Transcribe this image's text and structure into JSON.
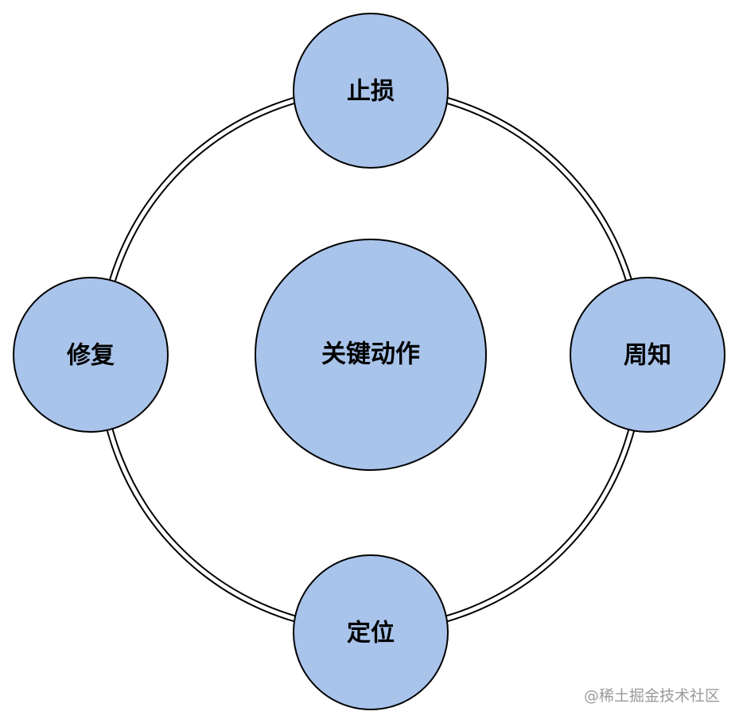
{
  "diagram": {
    "center": {
      "label": "关键动作"
    },
    "nodes": {
      "top": {
        "label": "止损"
      },
      "right": {
        "label": "周知"
      },
      "bottom": {
        "label": "定位"
      },
      "left": {
        "label": "修复"
      }
    }
  },
  "colors": {
    "node_fill": "#a9c4eb",
    "node_stroke": "#000000",
    "ring_stroke": "#000000",
    "background": "#ffffff"
  },
  "watermark": "@稀土掘金技术社区"
}
